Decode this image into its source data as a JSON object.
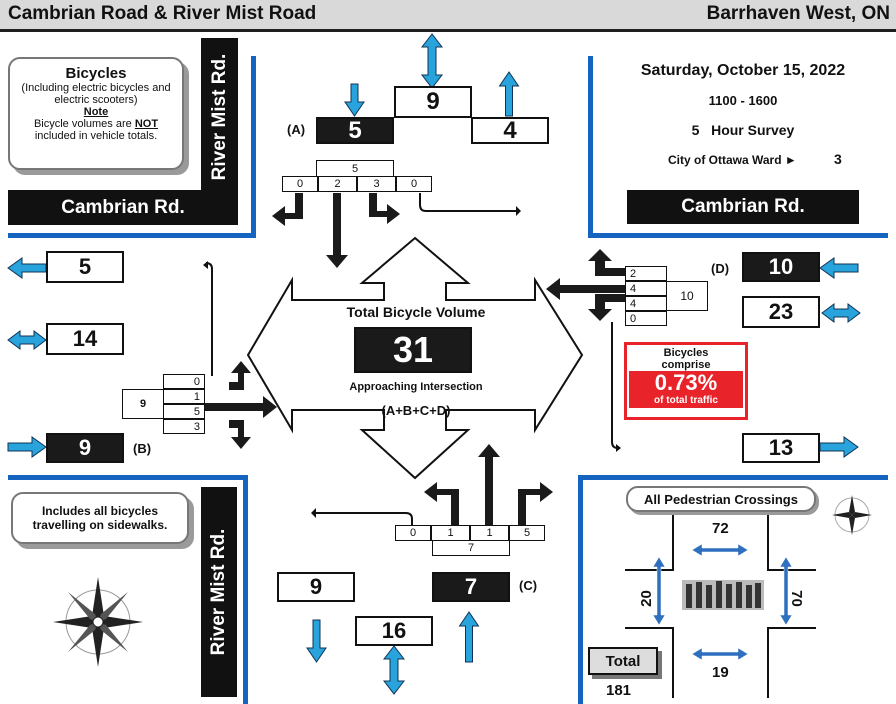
{
  "header": {
    "title": "Cambrian Road & River Mist Road",
    "location": "Barrhaven West, ON"
  },
  "survey": {
    "date": "Saturday, October 15, 2022",
    "time": "1100 - 1600",
    "duration": "5   Hour Survey",
    "ward_label": "City of Ottawa Ward ►",
    "ward_value": "3"
  },
  "roads": {
    "ns": "River Mist Rd.",
    "ew": "Cambrian Rd."
  },
  "bicycles_card": {
    "title": "Bicycles",
    "line1": "(Including electric bicycles and electric scooters)",
    "note_label": "Note",
    "note_pre": "Bicycle volumes are ",
    "note_not": "NOT",
    "note_post": " included in vehicle totals."
  },
  "sidewalk_card": {
    "text": "Includes all bicycles travelling on sidewalks."
  },
  "total": {
    "title": "Total Bicycle Volume",
    "value": "31",
    "sub1": "Approaching Intersection",
    "sub2": "(A+B+C+D)"
  },
  "legs": {
    "A": {
      "label": "(A)",
      "approach": "5",
      "exit": "4",
      "peds": "9",
      "movement_total": "5",
      "movements": [
        "0",
        "2",
        "3",
        "0"
      ]
    },
    "B": {
      "label": "(B)",
      "approach": "9",
      "exit": "5",
      "peds": "14",
      "movement_total": "9",
      "movements": [
        "0",
        "1",
        "5",
        "3"
      ]
    },
    "C": {
      "label": "(C)",
      "approach": "7",
      "exit": "9",
      "peds": "16",
      "movement_total": "7",
      "movements": [
        "0",
        "1",
        "1",
        "5"
      ]
    },
    "D": {
      "label": "(D)",
      "approach": "10",
      "exit": "13",
      "peds": "23",
      "movement_total": "10",
      "movements": [
        "2",
        "4",
        "4",
        "0"
      ]
    }
  },
  "share": {
    "line1": "Bicycles",
    "line2": "comprise",
    "value": "0.73%",
    "line3": "of total traffic"
  },
  "pedestrians": {
    "title": "All Pedestrian Crossings",
    "north": "72",
    "south": "19",
    "west": "20",
    "east": "70",
    "total_label": "Total",
    "total_value": "181"
  },
  "colors": {
    "accent": "#1565c0",
    "arrow_blue": "#29a3dc",
    "share_red": "#e8232a"
  }
}
